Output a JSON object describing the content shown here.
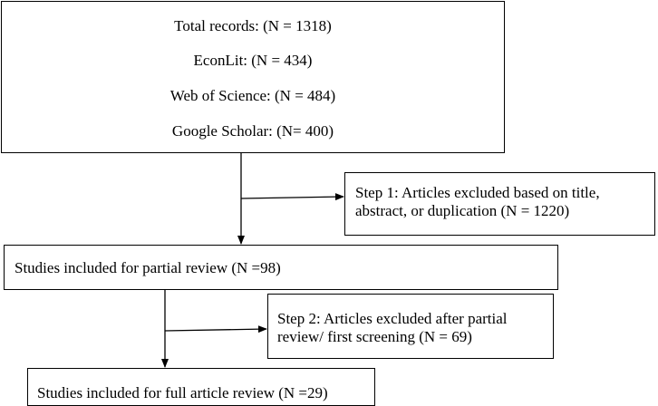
{
  "flow": {
    "total": {
      "lines": [
        "Total records: (N = 1318)",
        "EconLit: (N = 434)",
        "Web of Science: (N = 484)",
        "Google Scholar: (N= 400)"
      ]
    },
    "step1": {
      "lines": [
        "Step 1: Articles excluded based on title,",
        "abstract, or duplication (N = 1220)"
      ]
    },
    "partial": {
      "label": "Studies included for partial review (N =98)"
    },
    "step2": {
      "lines": [
        "Step 2: Articles excluded after partial",
        "review/ first screening (N = 69)"
      ]
    },
    "full": {
      "label": "Studies included for full article review (N =29)"
    }
  },
  "colors": {
    "stroke": "#000000",
    "background": "#ffffff"
  }
}
